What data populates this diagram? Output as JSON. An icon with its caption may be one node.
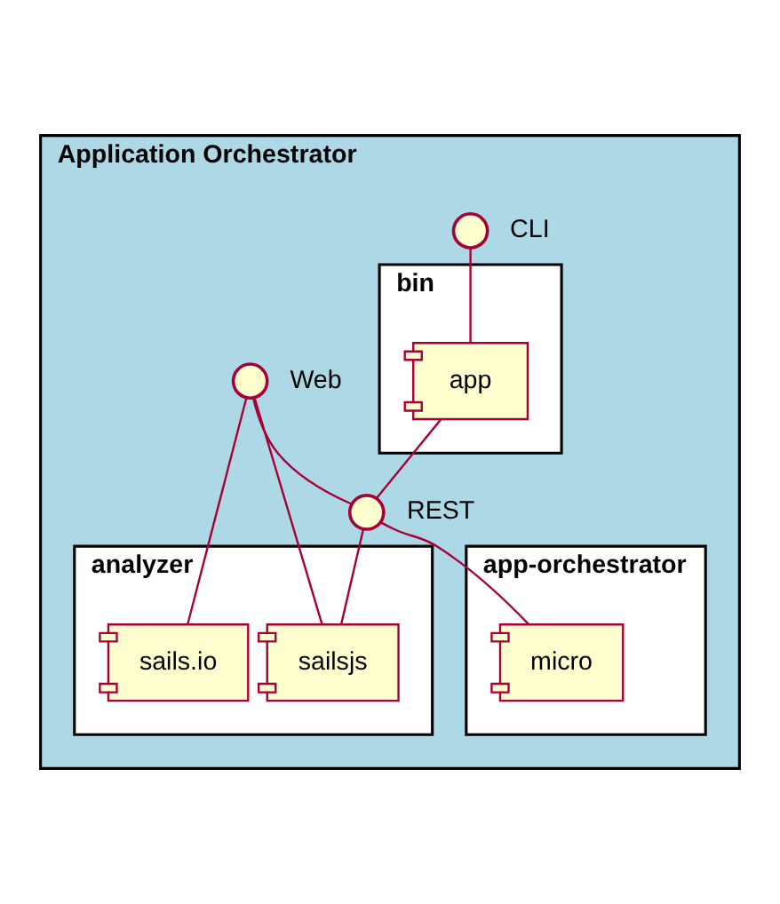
{
  "diagram": {
    "nodes": [
      {
        "text": [
          "Application Orchestrator"
        ]
      },
      {
        "text": [],
        "shape": "circle",
        "beside": [
          "CLI"
        ],
        "in": 0
      },
      {
        "text": [
          "bin"
        ],
        "in": 0
      },
      {
        "text": [
          "app"
        ],
        "in": 2
      },
      {
        "text": [],
        "shape": "circle",
        "beside": [
          "Web"
        ],
        "in": 0
      },
      {
        "text": [],
        "shape": "circle",
        "beside": [
          "REST"
        ],
        "in": 0
      },
      {
        "text": [
          "analyzer"
        ],
        "in": 0
      },
      {
        "text": [
          "sails.io"
        ],
        "in": 6
      },
      {
        "text": [
          "sailsjs"
        ],
        "in": 6
      },
      {
        "text": [
          "app-orchestrator"
        ],
        "in": 0
      },
      {
        "text": [
          "micro"
        ],
        "in": 9
      }
    ],
    "edges": [
      {
        "from": 1,
        "to": 3,
        "arrow": "none"
      },
      {
        "from": 3,
        "to": 5,
        "arrow": "none"
      },
      {
        "from": 4,
        "to": 5,
        "arrow": "none"
      },
      {
        "from": 4,
        "to": 7,
        "arrow": "none"
      },
      {
        "from": 4,
        "to": 8,
        "arrow": "none"
      },
      {
        "from": 5,
        "to": 8,
        "arrow": "none"
      },
      {
        "from": 5,
        "to": 10,
        "arrow": "none"
      }
    ]
  }
}
